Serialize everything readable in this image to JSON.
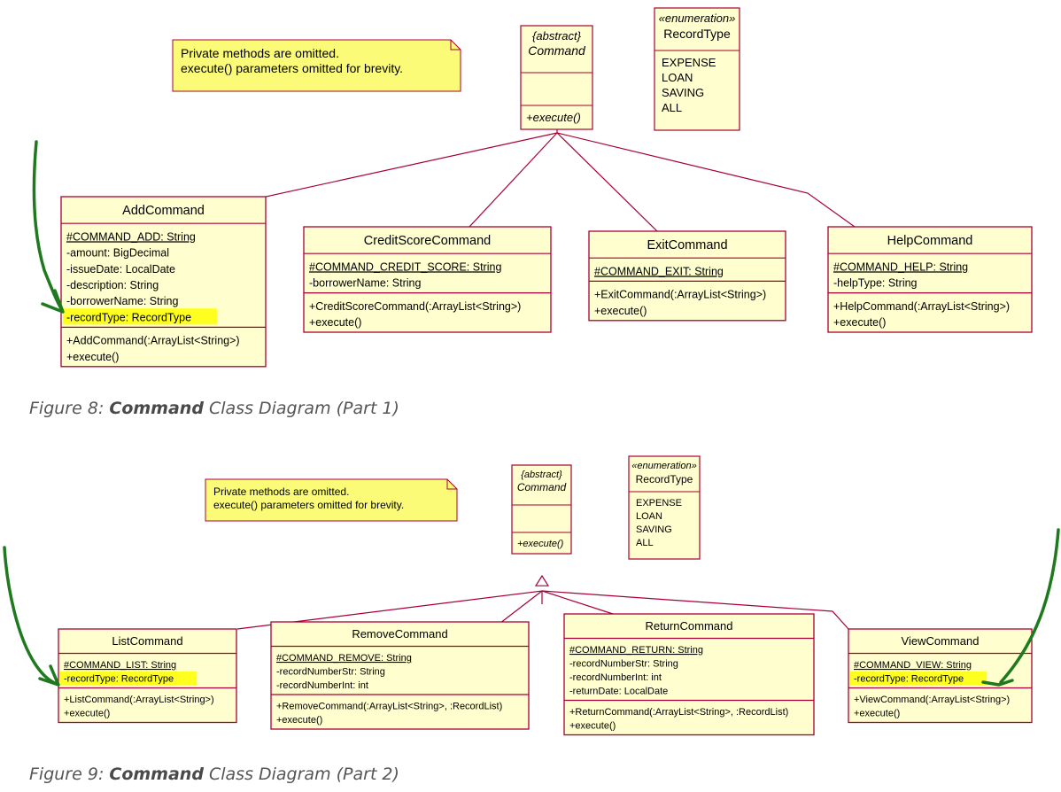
{
  "colors": {
    "box_fill": "#FEFECE",
    "box_stroke": "#A80036",
    "note_fill": "#FBFB77",
    "highlight": "#FFFF00",
    "arrow_green": "#1F7A1F",
    "caption_color": "#555555"
  },
  "figure1": {
    "note": [
      "Private methods are omitted.",
      "execute() parameters omitted for brevity."
    ],
    "abstract": {
      "stereotype": "{abstract}",
      "name": "Command",
      "methods": [
        "+execute()"
      ]
    },
    "enum": {
      "stereotype": "«enumeration»",
      "name": "RecordType",
      "values": [
        "EXPENSE",
        "LOAN",
        "SAVING",
        "ALL"
      ]
    },
    "classes": [
      {
        "name": "AddCommand",
        "static": "#COMMAND_ADD: String",
        "fields": [
          "-amount: BigDecimal",
          "-issueDate: LocalDate",
          "-description: String",
          "-borrowerName: String",
          "-recordType: RecordType"
        ],
        "methods": [
          "+AddCommand(:ArrayList<String>)",
          "+execute()"
        ]
      },
      {
        "name": "CreditScoreCommand",
        "static": "#COMMAND_CREDIT_SCORE: String",
        "fields": [
          "-borrowerName: String"
        ],
        "methods": [
          "+CreditScoreCommand(:ArrayList<String>)",
          "+execute()"
        ]
      },
      {
        "name": "ExitCommand",
        "static": "#COMMAND_EXIT: String",
        "fields": [],
        "methods": [
          "+ExitCommand(:ArrayList<String>)",
          "+execute()"
        ]
      },
      {
        "name": "HelpCommand",
        "static": "#COMMAND_HELP: String",
        "fields": [
          "-helpType: String"
        ],
        "methods": [
          "+HelpCommand(:ArrayList<String>)",
          "+execute()"
        ]
      }
    ],
    "caption_prefix": "Figure 8: ",
    "caption_bold": "Command",
    "caption_suffix": " Class Diagram (Part 1)"
  },
  "figure2": {
    "note": [
      "Private methods are omitted.",
      "execute() parameters omitted for brevity."
    ],
    "abstract": {
      "stereotype": "{abstract}",
      "name": "Command",
      "methods": [
        "+execute()"
      ]
    },
    "enum": {
      "stereotype": "«enumeration»",
      "name": "RecordType",
      "values": [
        "EXPENSE",
        "LOAN",
        "SAVING",
        "ALL"
      ]
    },
    "classes": [
      {
        "name": "ListCommand",
        "static": "#COMMAND_LIST: String",
        "fields": [
          "-recordType: RecordType"
        ],
        "methods": [
          "+ListCommand(:ArrayList<String>)",
          "+execute()"
        ]
      },
      {
        "name": "RemoveCommand",
        "static": "#COMMAND_REMOVE: String",
        "fields": [
          "-recordNumberStr: String",
          "-recordNumberInt: int"
        ],
        "methods": [
          "+RemoveCommand(:ArrayList<String>, :RecordList)",
          "+execute()"
        ]
      },
      {
        "name": "ReturnCommand",
        "static": "#COMMAND_RETURN: String",
        "fields": [
          "-recordNumberStr: String",
          "-recordNumberInt: int",
          "-returnDate: LocalDate"
        ],
        "methods": [
          "+ReturnCommand(:ArrayList<String>, :RecordList)",
          "+execute()"
        ]
      },
      {
        "name": "ViewCommand",
        "static": "#COMMAND_VIEW: String",
        "fields": [
          "-recordType: RecordType"
        ],
        "methods": [
          "+ViewCommand(:ArrayList<String>)",
          "+execute()"
        ]
      }
    ],
    "caption_prefix": "Figure 9: ",
    "caption_bold": "Command",
    "caption_suffix": " Class Diagram (Part 2)"
  }
}
